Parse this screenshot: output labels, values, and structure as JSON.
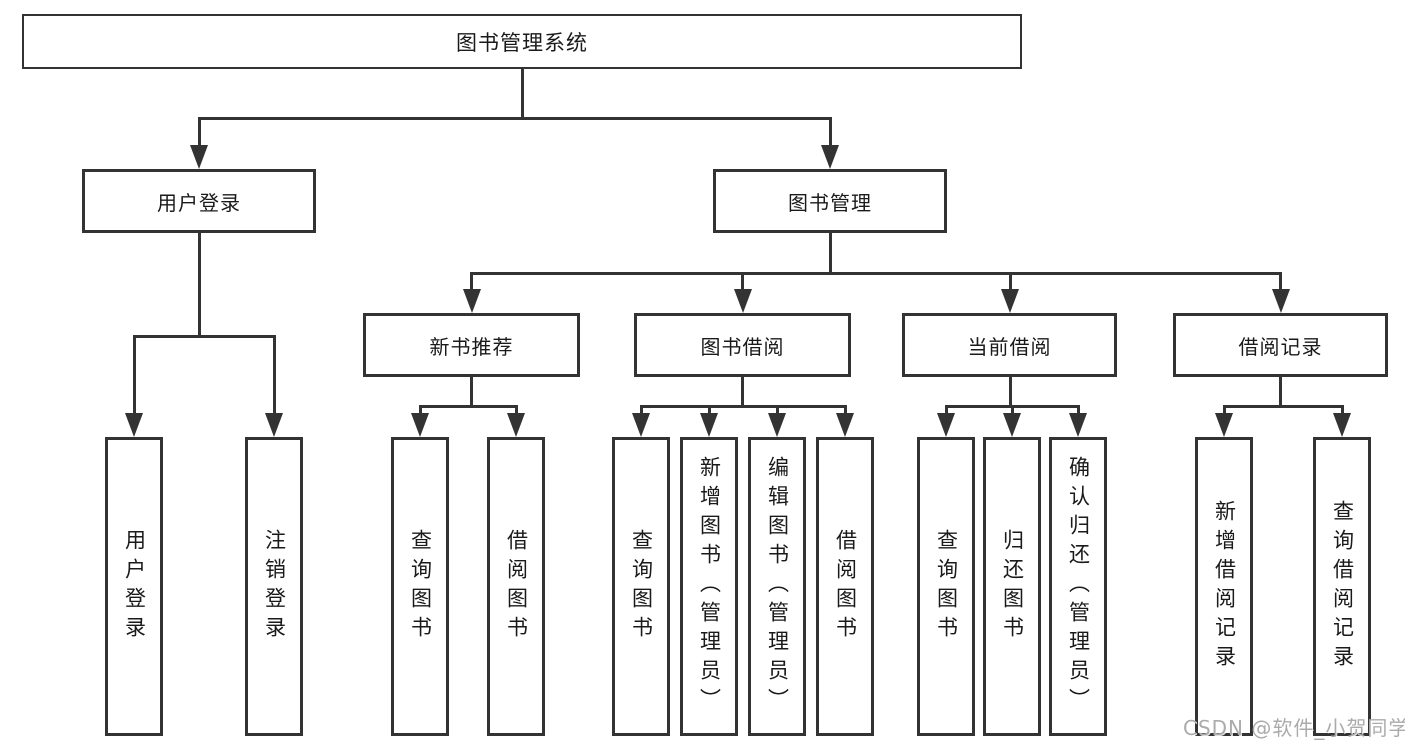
{
  "diagram": {
    "title_node": "图书管理系统",
    "nodes": {
      "root": {
        "label": "图书管理系统"
      },
      "user_login": {
        "label": "用户登录"
      },
      "book_management": {
        "label": "图书管理"
      },
      "new_book_recommend": {
        "label": "新书推荐"
      },
      "book_borrow": {
        "label": "图书借阅"
      },
      "current_borrow": {
        "label": "当前借阅"
      },
      "borrow_record": {
        "label": "借阅记录"
      },
      "login": {
        "label": "用户登录"
      },
      "logout": {
        "label": "注销登录"
      },
      "nb_query": {
        "label": "查询图书"
      },
      "nb_borrow": {
        "label": "借阅图书"
      },
      "bb_query": {
        "label": "查询图书"
      },
      "bb_add": {
        "label": "新增图书（管理员）"
      },
      "bb_edit": {
        "label": "编辑图书（管理员）"
      },
      "bb_borrow": {
        "label": "借阅图书"
      },
      "cb_query": {
        "label": "查询图书"
      },
      "cb_return": {
        "label": "归还图书"
      },
      "cb_confirm": {
        "label": "确认归还（管理员）"
      },
      "br_add": {
        "label": "新增借阅记录"
      },
      "br_query": {
        "label": "查询借阅记录"
      }
    },
    "edges": [
      [
        "图书管理系统",
        "用户登录"
      ],
      [
        "图书管理系统",
        "图书管理"
      ],
      [
        "用户登录",
        "用户登录"
      ],
      [
        "用户登录",
        "注销登录"
      ],
      [
        "图书管理",
        "新书推荐"
      ],
      [
        "图书管理",
        "图书借阅"
      ],
      [
        "图书管理",
        "当前借阅"
      ],
      [
        "图书管理",
        "借阅记录"
      ],
      [
        "新书推荐",
        "查询图书"
      ],
      [
        "新书推荐",
        "借阅图书"
      ],
      [
        "图书借阅",
        "查询图书"
      ],
      [
        "图书借阅",
        "新增图书（管理员）"
      ],
      [
        "图书借阅",
        "编辑图书（管理员）"
      ],
      [
        "图书借阅",
        "借阅图书"
      ],
      [
        "当前借阅",
        "查询图书"
      ],
      [
        "当前借阅",
        "归还图书"
      ],
      [
        "当前借阅",
        "确认归还（管理员）"
      ],
      [
        "借阅记录",
        "新增借阅记录"
      ],
      [
        "借阅记录",
        "查询借阅记录"
      ]
    ],
    "colors": {
      "line": "#333333",
      "box_border": "#333333",
      "text": "#1a1a1a",
      "background": "#ffffff",
      "watermark": "#ababab"
    }
  },
  "watermark": {
    "text": "CSDN @软件_小贺同学"
  }
}
